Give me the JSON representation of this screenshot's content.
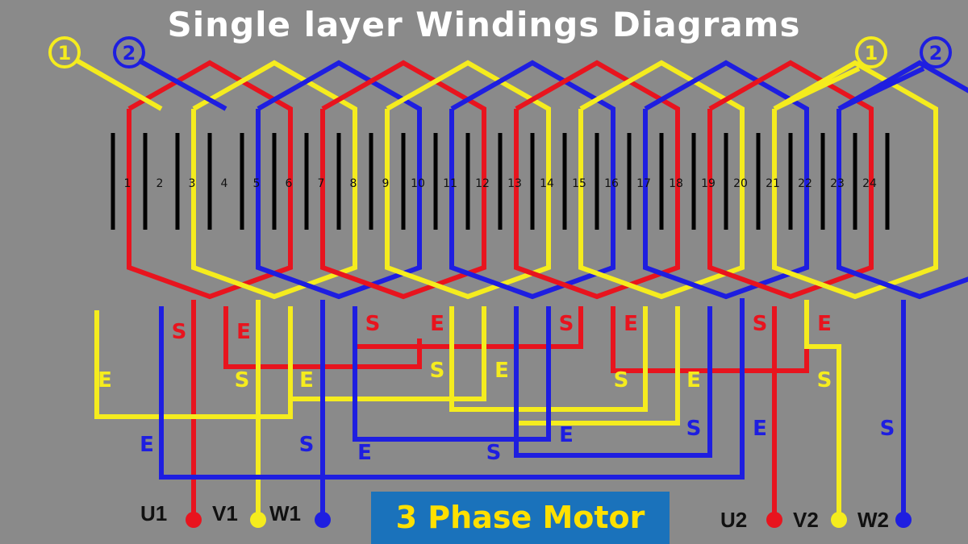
{
  "title": "Single layer Windings Diagrams",
  "banner": "3 Phase Motor",
  "colors": {
    "background": "#8a8a8a",
    "phase_red": "#e8141e",
    "phase_yellow": "#f5ec1e",
    "phase_blue": "#1e1ee0",
    "slot": "#000000",
    "banner_bg": "#1a72bb",
    "banner_text": "#ffe000"
  },
  "slots": [
    "1",
    "2",
    "3",
    "4",
    "5",
    "6",
    "7",
    "8",
    "9",
    "10",
    "11",
    "12",
    "13",
    "14",
    "15",
    "16",
    "17",
    "18",
    "19",
    "20",
    "21",
    "22",
    "23",
    "24"
  ],
  "markers": {
    "left_1": "1",
    "left_2": "2",
    "right_1": "1",
    "right_2": "2"
  },
  "terminals": {
    "u1": "U1",
    "v1": "V1",
    "w1": "W1",
    "u2": "U2",
    "v2": "V2",
    "w2": "W2"
  },
  "coil_labels": {
    "start": "S",
    "end": "E"
  }
}
